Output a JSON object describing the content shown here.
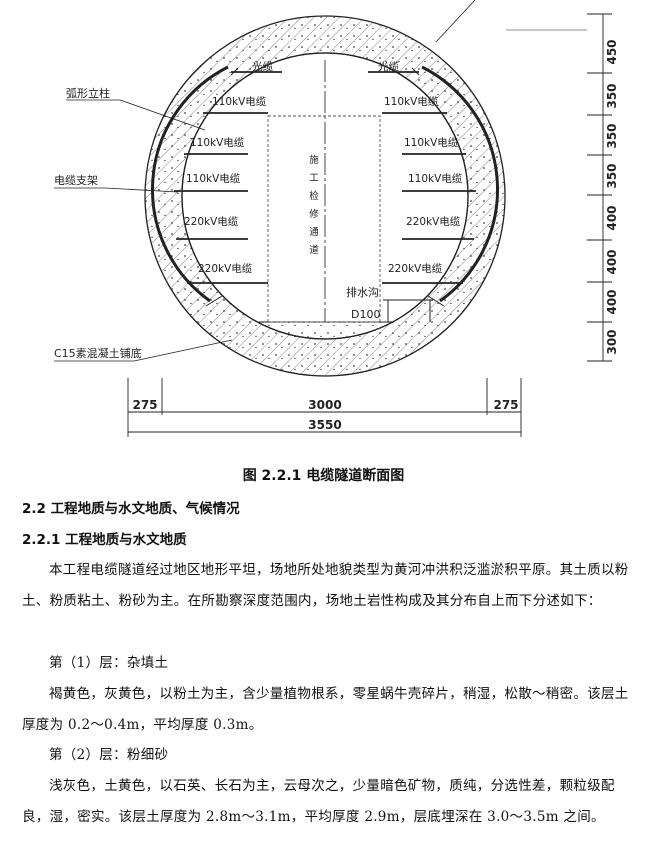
{
  "figure": {
    "labels": {
      "arc_column": "弧形立柱",
      "cable_bracket": "电缆支架",
      "c15_base": "C15素混凝土铺底",
      "optical_left": "光缆",
      "optical_right": "光缆",
      "kv110_l1": "110kV电缆",
      "kv110_r1": "110kV电缆",
      "kv110_l2": "110kV电缆",
      "kv110_r2": "110kV电缆",
      "kv110_l3": "110kV电缆",
      "kv110_r3": "110kV电缆",
      "kv220_l1": "220kV电缆",
      "kv220_r1": "220kV电缆",
      "kv220_l2": "220kV电缆",
      "kv220_r2": "220kV电缆",
      "passage": [
        "施",
        "工",
        "检",
        "修",
        "通",
        "道"
      ],
      "drain": "排水沟",
      "drain_size": "D100"
    },
    "dims_right": [
      "450",
      "350",
      "350",
      "350",
      "400",
      "400",
      "400",
      "300"
    ],
    "dims_bottom": {
      "left": "275",
      "middle": "3000",
      "right": "275",
      "total": "3550"
    }
  },
  "caption": "图 2.2.1 电缆隧道断面图",
  "section_heading": "2.2 工程地质与水文地质、气候情况",
  "subsection_heading": "2.2.1 工程地质与水文地质",
  "paragraphs": {
    "intro": "本工程电缆隧道经过地区地形平坦，场地所处地貌类型为黄河冲洪积泛滥淤积平原。其土质以粉土、粉质粘土、粉砂为主。在所勘察深度范围内，场地土岩性构成及其分布自上而下分述如下：",
    "layer1_title": "第（1）层：杂填土",
    "layer1_desc": "褐黄色，灰黄色，以粉土为主，含少量植物根系，零星蜗牛壳碎片，稍湿，松散～稍密。该层土厚度为 0.2～0.4m，平均厚度 0.3m。",
    "layer2_title": "第（2）层：粉细砂",
    "layer2_desc": "浅灰色，土黄色，以石英、长石为主，云母次之，少量暗色矿物，质纯，分选性差，颗粒级配良，湿，密实。该层土厚度为 2.8m～3.1m，平均厚度 2.9m，层底埋深在 3.0～3.5m 之间。"
  },
  "colors": {
    "line": "#222222",
    "hatch": "#555555",
    "text": "#111111",
    "background": "#ffffff"
  }
}
